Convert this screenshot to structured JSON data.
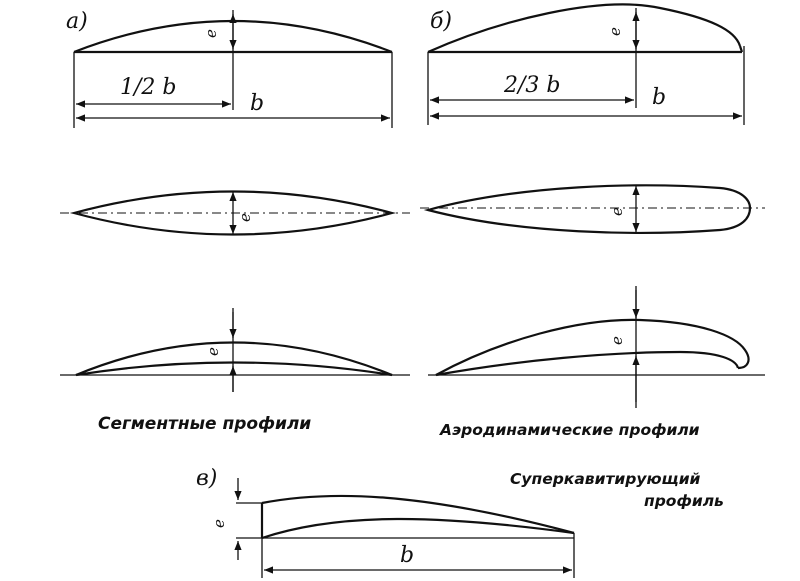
{
  "labels": {
    "a": "а)",
    "b": "б)",
    "c": "в)",
    "half_b": "1/2 b",
    "two_thirds_b": "2/3 b",
    "chord": "b",
    "thickness": "e"
  },
  "captions": {
    "segment": "Сегментные профили",
    "aero": "Аэродинамические профили",
    "super_line1": "Суперкавитирующий",
    "super_line2": "профиль"
  }
}
